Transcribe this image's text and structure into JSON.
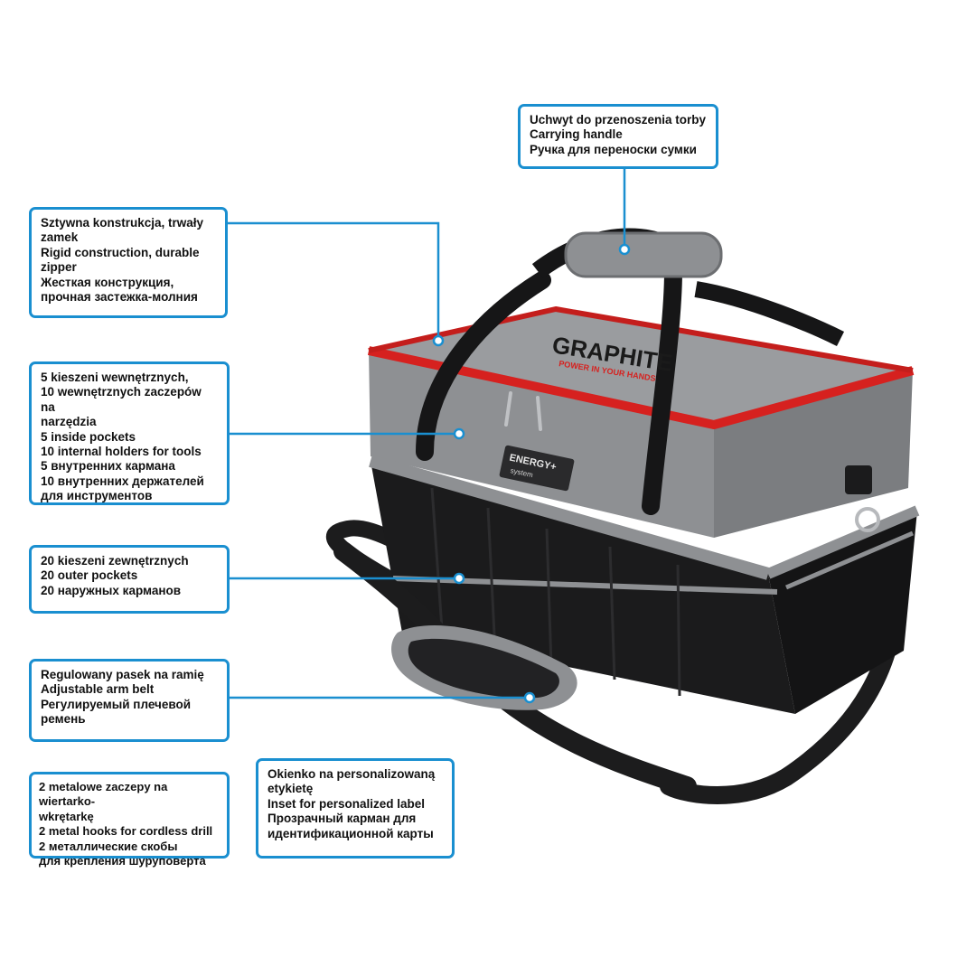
{
  "callouts": {
    "handle": {
      "lines": [
        "Uchwyt do przenoszenia torby",
        "Carrying handle",
        "Ручка для переноски сумки"
      ]
    },
    "rigid": {
      "lines": [
        "Sztywna konstrukcja, trwały",
        "zamek",
        "Rigid construction, durable",
        "zipper",
        "Жесткая конструкция,",
        "прочная застежка-молния"
      ]
    },
    "inside": {
      "lines": [
        "5 kieszeni wewnętrznych,",
        "10 wewnętrznych zaczepów na",
        "narzędzia",
        "5 inside pockets",
        "10 internal holders for tools",
        "5 внутренних кармана",
        "10 внутренних держателей",
        "для инструментов"
      ]
    },
    "outer": {
      "lines": [
        "20 kieszeni zewnętrznych",
        "20 outer pockets",
        "20 наружных карманов"
      ]
    },
    "strap": {
      "lines": [
        "Regulowany pasek na ramię",
        "Adjustable arm belt",
        "Регулируемый плечевой",
        "ремень"
      ]
    },
    "hooks": {
      "lines": [
        "2 metalowe zaczepy na wiertarko-",
        "wkrętarkę",
        "2 metal hooks for cordless drill",
        "2 металлические скобы",
        "для крепления шуруповерта"
      ]
    },
    "label": {
      "lines": [
        "Okienko na personalizowaną",
        "etykietę",
        "Inset for personalized label",
        "Прозрачный карман для",
        "идентификационной карты"
      ]
    }
  },
  "bag_prints": {
    "brand": "GRAPHITE",
    "slogan": "POWER IN YOUR HANDS",
    "energy_logo": "ENERGY+",
    "energy_sub": "system"
  },
  "colors": {
    "accent": "#1a8fd0",
    "bag_gray": "#8d8f92",
    "bag_black": "#1b1b1c",
    "zipper_red": "#d6211f"
  },
  "icons": [
    "bag-image",
    "marker-dot"
  ]
}
